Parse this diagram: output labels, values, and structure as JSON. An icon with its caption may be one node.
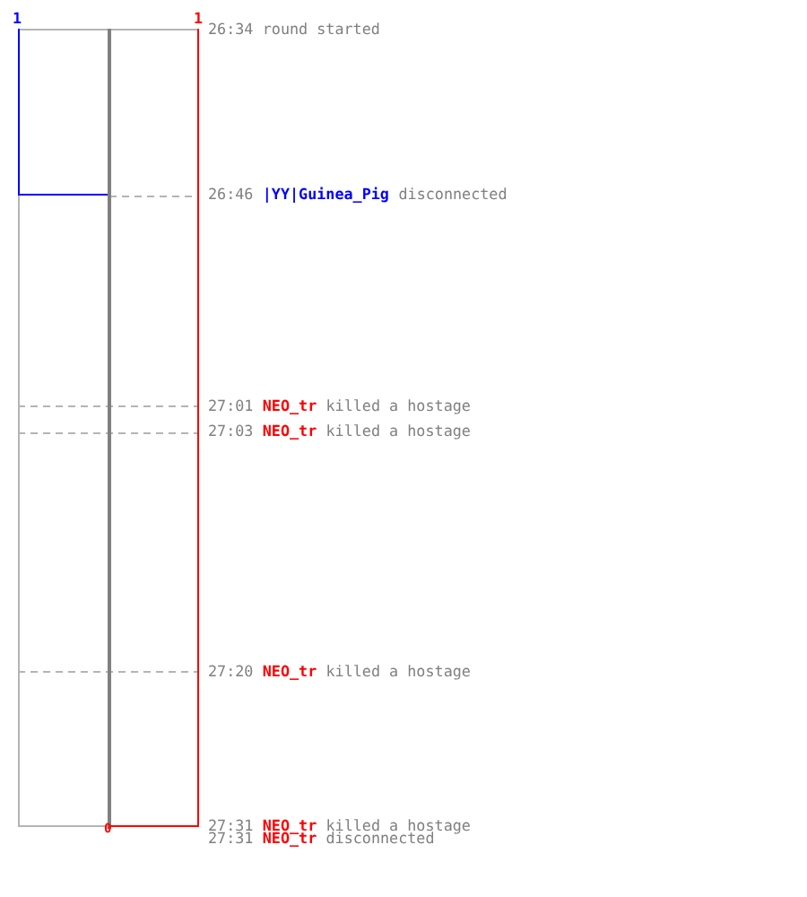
{
  "diagram": {
    "labels": [
      "1",
      "1",
      "26:34",
      "round started",
      "26:46",
      "|YY|Guinea_Pig",
      "disconnected",
      "27:01",
      "NEO_tr",
      "killed a hostage",
      "27:03",
      "NEO_tr",
      "killed a hostage",
      "27:20",
      "NEO_tr",
      "killed a hostage",
      "27:31",
      "NEO_tr",
      "killed a hostage",
      "27:31",
      "NEO_tr",
      "disconnected",
      "0"
    ]
  }
}
